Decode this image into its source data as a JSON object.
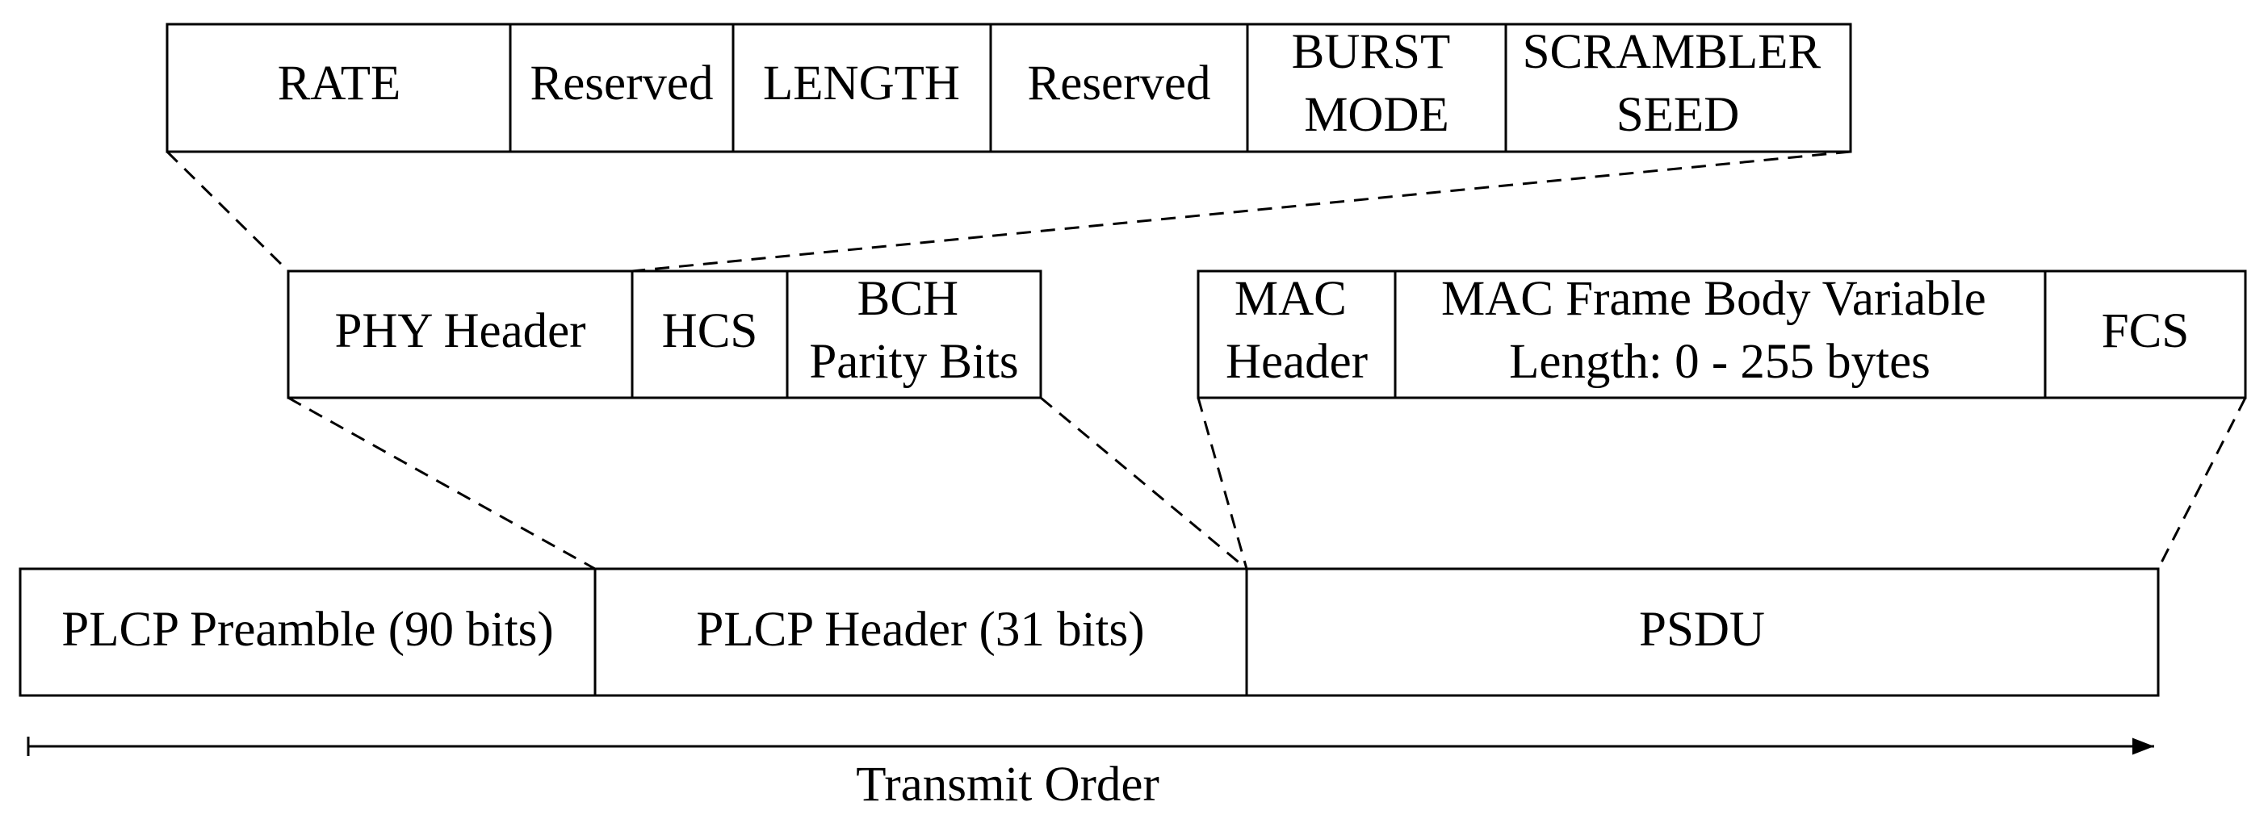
{
  "phy_header_fields": [
    {
      "key": "rate",
      "lines": [
        "RATE"
      ]
    },
    {
      "key": "reserved-1",
      "lines": [
        "Reserved"
      ]
    },
    {
      "key": "length",
      "lines": [
        "LENGTH"
      ]
    },
    {
      "key": "reserved-2",
      "lines": [
        "Reserved"
      ]
    },
    {
      "key": "burst-mode",
      "lines": [
        "BURST",
        "MODE"
      ]
    },
    {
      "key": "scrambler-seed",
      "lines": [
        "SCRAMBLER",
        "SEED"
      ]
    }
  ],
  "plcp_header_fields": [
    {
      "key": "phy-header",
      "lines": [
        "PHY Header"
      ]
    },
    {
      "key": "hcs",
      "lines": [
        "HCS"
      ]
    },
    {
      "key": "bch-parity-bits",
      "lines": [
        "BCH",
        "Parity Bits"
      ]
    }
  ],
  "psdu_fields": [
    {
      "key": "mac-header",
      "lines": [
        "MAC",
        "Header"
      ]
    },
    {
      "key": "mac-frame-body",
      "lines": [
        "MAC Frame Body Variable",
        "Length: 0 - 255 bytes"
      ]
    },
    {
      "key": "fcs",
      "lines": [
        "FCS"
      ]
    }
  ],
  "frame_fields": [
    {
      "key": "plcp-preamble",
      "lines": [
        "PLCP Preamble (90 bits)"
      ]
    },
    {
      "key": "plcp-header",
      "lines": [
        "PLCP Header (31 bits)"
      ]
    },
    {
      "key": "psdu",
      "lines": [
        "PSDU"
      ]
    }
  ],
  "transmit_order_label": "Transmit Order"
}
